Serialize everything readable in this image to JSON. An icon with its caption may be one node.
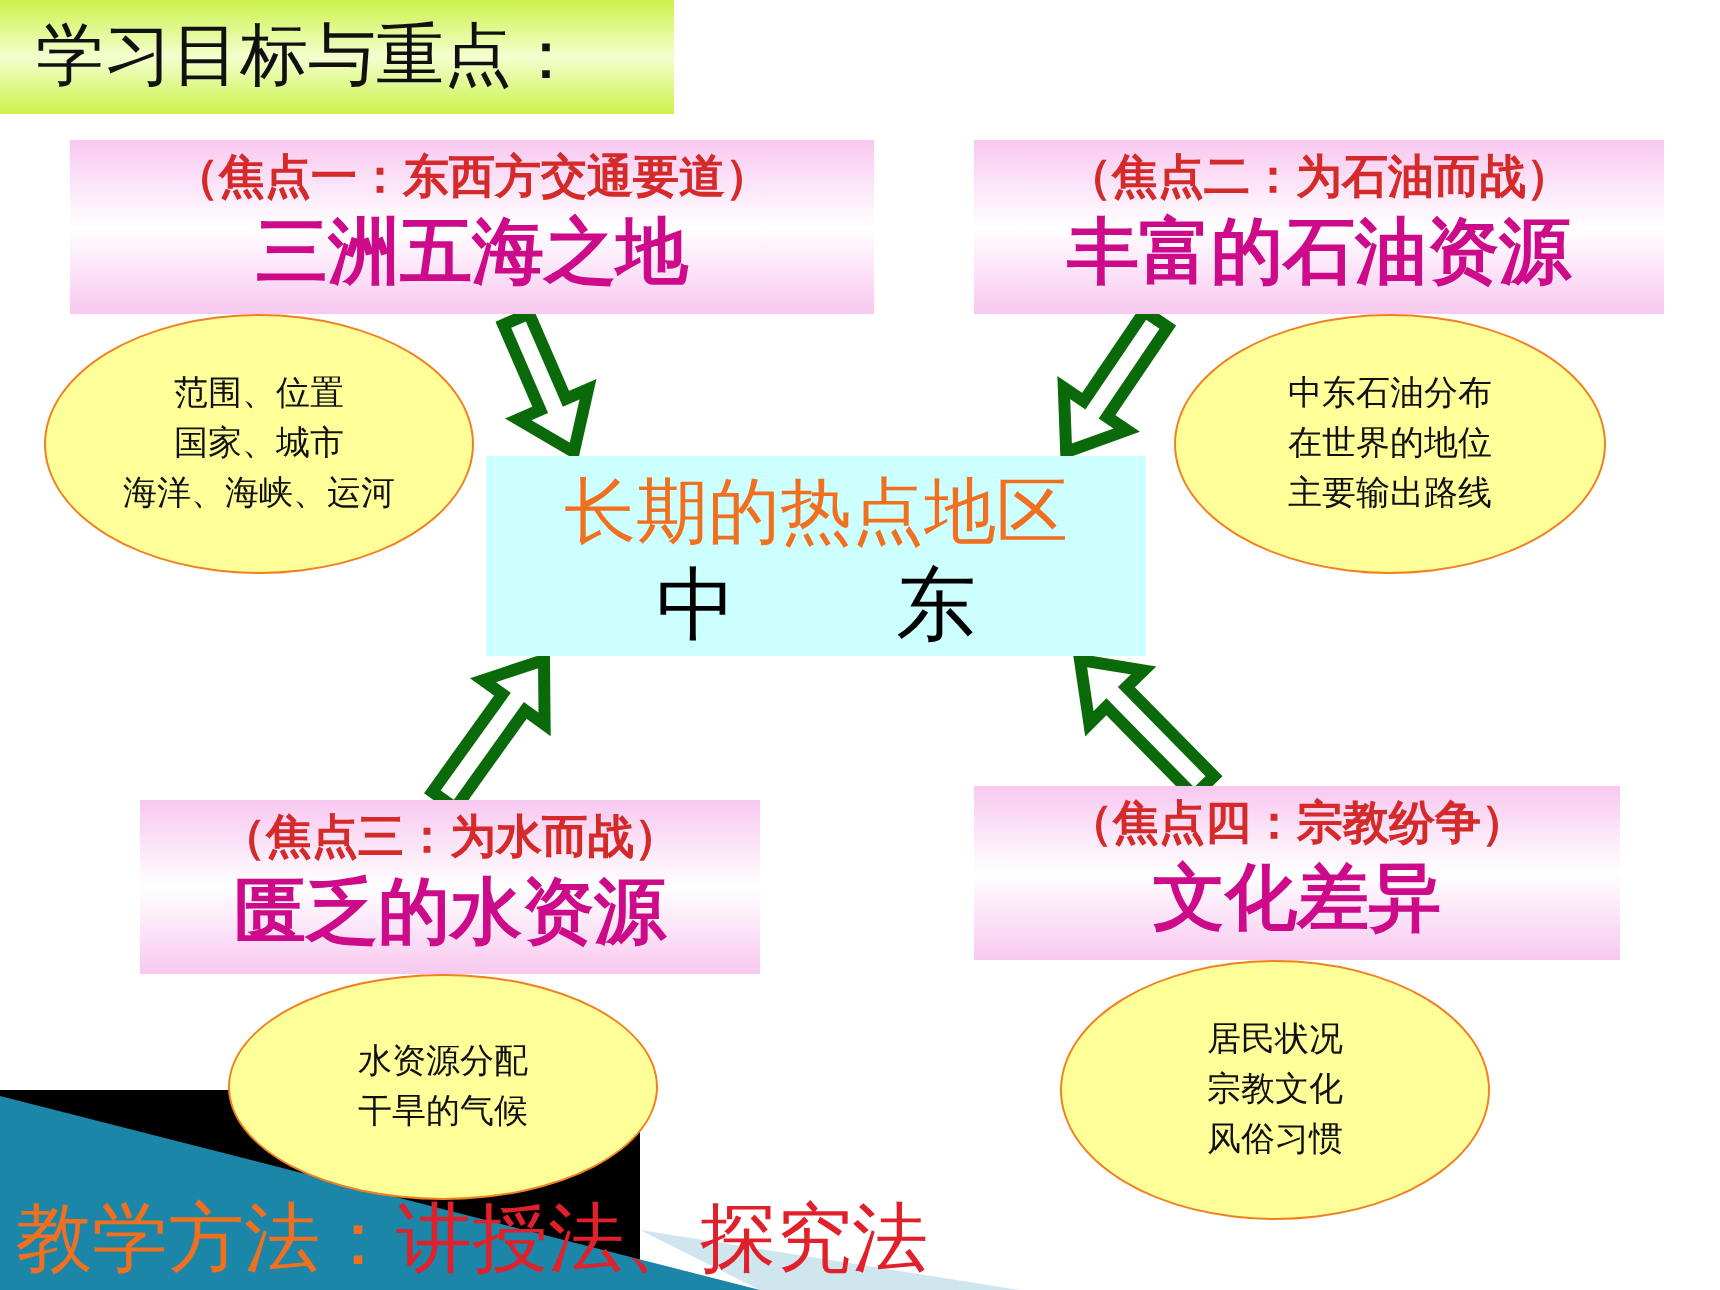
{
  "diagram": {
    "nodes": [
      {
        "text": [
          "长期的热点地区",
          "中东"
        ]
      },
      {
        "text": [
          "（焦点一：东西方交通要道）",
          "三洲五海之地"
        ]
      },
      {
        "text": [
          "（焦点二：为石油而战）",
          "丰富的石油资源"
        ]
      },
      {
        "text": [
          "（焦点三：为水而战）",
          "匮乏的水资源"
        ]
      },
      {
        "text": [
          "（焦点四：宗教纷争）",
          "文化差异"
        ]
      },
      {
        "text": [
          "范围、位置",
          "国家、城市",
          "海洋、海峡、运河"
        ]
      },
      {
        "text": [
          "中东石油分布",
          "在世界的地位",
          "主要输出路线"
        ]
      },
      {
        "text": [
          "水资源分配",
          "干旱的气候"
        ]
      },
      {
        "text": [
          "居民状况",
          "宗教文化",
          "风俗习惯"
        ]
      }
    ],
    "edges": [
      {
        "from": 1,
        "to": 0,
        "arrow": "to"
      },
      {
        "from": 2,
        "to": 0,
        "arrow": "to"
      },
      {
        "from": 3,
        "to": 0,
        "arrow": "to"
      },
      {
        "from": 4,
        "to": 0,
        "arrow": "to"
      }
    ],
    "labels": [
      "学习目标与重点：",
      "教学方法：",
      "讲授法、探究法"
    ]
  }
}
